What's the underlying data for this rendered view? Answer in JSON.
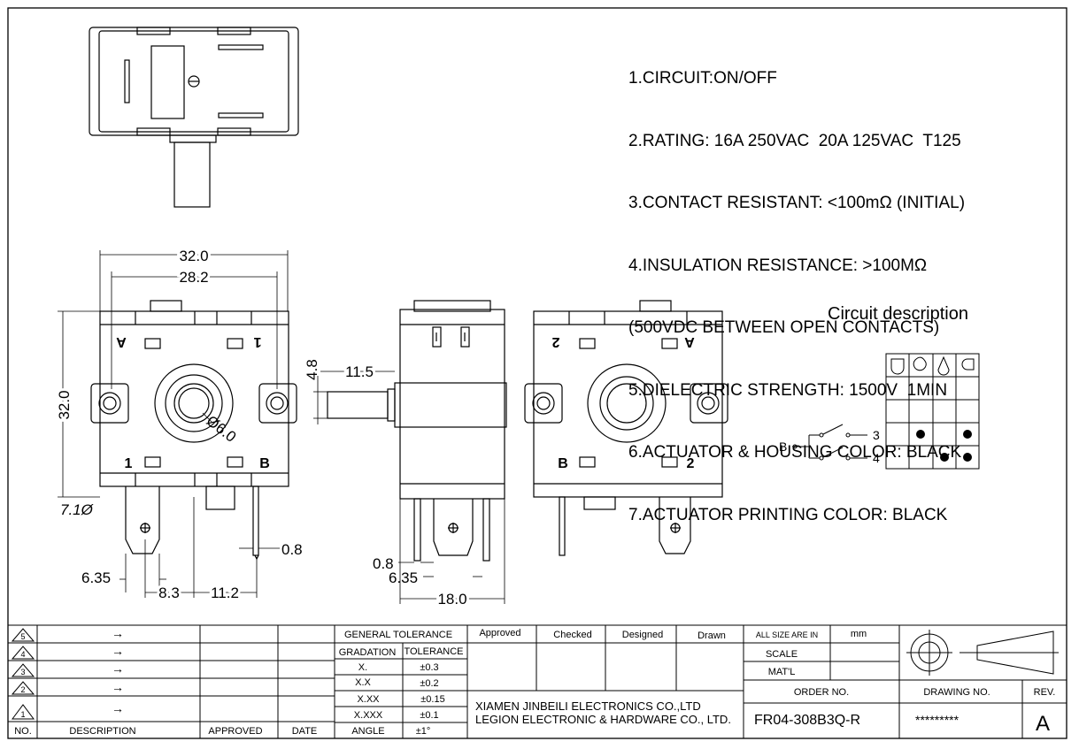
{
  "specs": [
    "1.CIRCUIT:ON/OFF",
    "2.RATING: 16A 250VAC  20A 125VAC  T125",
    "3.CONTACT RESISTANT: <100mΩ (INITIAL)",
    "4.INSULATION RESISTANCE: >100MΩ",
    "(500VDC BETWEEN OPEN CONTACTS)",
    "5.DIELECTRIC STRENGTH: 1500V  1MIN",
    "6.ACTUATOR & HOUSING COLOR: BLACK",
    "7.ACTUATOR PRINTING COLOR: BLACK"
  ],
  "circuit": {
    "title": "Circuit description",
    "terminal_b": "B",
    "terminal_3": "3",
    "terminal_4": "4"
  },
  "dims": {
    "width_outer": "32.0",
    "width_inner": "28.2",
    "height": "32.0",
    "shaft_len": "11.5",
    "shaft_dia": "4.8",
    "pin_hole": "7.1Ø",
    "knob_dia": "Ø6.0",
    "pin_thk": "0.8",
    "pin_w": "6.35",
    "pitch_a": "8.3",
    "pitch_b": "11.2",
    "side_thk": "0.8",
    "side_w": "6.35",
    "side_len": "18.0"
  },
  "front_labels": {
    "a": "A",
    "one_top": "1",
    "one_bottom": "1",
    "b": "B"
  },
  "back_labels": {
    "two_top": "2",
    "a": "A",
    "b": "B",
    "two_bottom": "2"
  },
  "title_block": {
    "revisions": [
      "5",
      "4",
      "3",
      "2",
      "1"
    ],
    "rev_arrow": "→",
    "col_no": "NO.",
    "col_description": "DESCRIPTION",
    "col_approved": "APPROVED",
    "col_date": "DATE",
    "general_tolerance": "GENERAL TOLERANCE",
    "gradation": "GRADATION",
    "tolerance": "TOLERANCE",
    "tol_rows": [
      {
        "g": "X.",
        "t": "±0.3"
      },
      {
        "g": "X.X",
        "t": "±0.2"
      },
      {
        "g": "X.XX",
        "t": "±0.15"
      },
      {
        "g": "X.XXX",
        "t": "±0.1"
      },
      {
        "g": "ANGLE",
        "t": "±1°"
      }
    ],
    "approved": "Approved",
    "checked": "Checked",
    "designed": "Designed",
    "drawn": "Drawn",
    "size_label": "ALL SIZE ARE IN",
    "size_unit": "mm",
    "scale": "SCALE",
    "material": "MAT'L",
    "order_no_label": "ORDER NO.",
    "drawing_no_label": "DRAWING NO.",
    "rev_label": "REV.",
    "company_1": "XIAMEN JINBEILI ELECTRONICS CO.,LTD",
    "company_2": "LEGION ELECTRONIC & HARDWARE CO., LTD.",
    "order_no": "FR04-308B3Q-R",
    "drawing_no": "*********",
    "rev": "A"
  }
}
